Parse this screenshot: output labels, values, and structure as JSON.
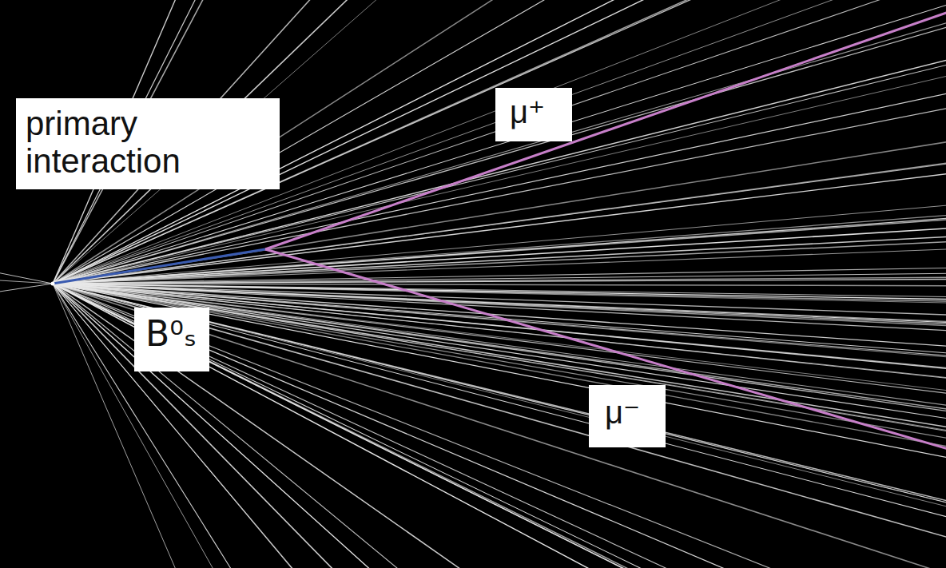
{
  "diagram": {
    "nodes": [
      {
        "text": [
          "primary interaction"
        ]
      },
      {
        "text": [
          "B⁰ₛ"
        ]
      },
      {
        "text": [
          "μ⁺"
        ]
      },
      {
        "text": [
          "μ⁻"
        ]
      }
    ]
  }
}
